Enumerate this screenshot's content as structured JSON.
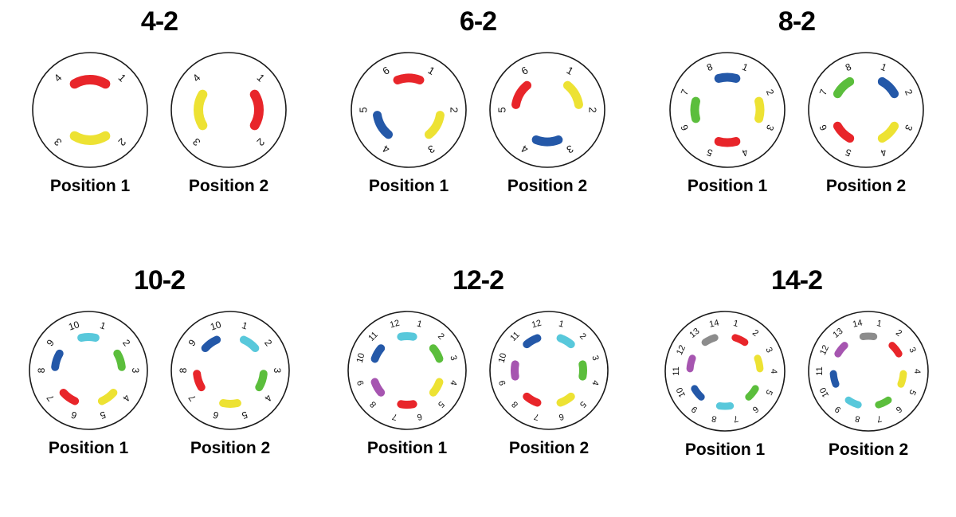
{
  "figure": {
    "background": "#ffffff",
    "position_labels": [
      "Position 1",
      "Position 2"
    ]
  },
  "palette": {
    "red": "#E8252A",
    "yellow": "#EDE233",
    "green": "#5BBE3C",
    "blue": "#2458A8",
    "cyan": "#58C8DB",
    "purple": "#A champ",
    "purple_real": "#A655B0",
    "gray": "#8C8C8C",
    "outline": "#1a1a1a",
    "text": "#111111"
  },
  "panels": [
    {
      "id": "panel-4-2",
      "title": "4-2",
      "n": 4,
      "circle_radius": 72,
      "number_radius": 57,
      "arc_radius": 38,
      "dials": [
        {
          "label": "Position 1",
          "arcs": [
            {
              "color": "#EDE233",
              "name": "yellow-arc",
              "start": 2,
              "end": 3
            },
            {
              "color": "#E8252A",
              "name": "red-arc",
              "start": 4,
              "end": 1
            }
          ]
        },
        {
          "label": "Position 2",
          "arcs": [
            {
              "color": "#EDE233",
              "name": "yellow-arc",
              "start": 3,
              "end": 4
            },
            {
              "color": "#E8252A",
              "name": "red-arc",
              "start": 1,
              "end": 2
            }
          ]
        }
      ]
    },
    {
      "id": "panel-6-2",
      "title": "6-2",
      "n": 6,
      "circle_radius": 72,
      "number_radius": 57,
      "arc_radius": 40,
      "dials": [
        {
          "label": "Position 1",
          "arcs": [
            {
              "color": "#EDE233",
              "name": "yellow-arc",
              "start": 2,
              "end": 3
            },
            {
              "color": "#2458A8",
              "name": "blue-arc",
              "start": 4,
              "end": 5
            },
            {
              "color": "#E8252A",
              "name": "red-arc",
              "start": 6,
              "end": 1
            }
          ]
        },
        {
          "label": "Position 2",
          "arcs": [
            {
              "color": "#2458A8",
              "name": "blue-arc",
              "start": 3,
              "end": 4
            },
            {
              "color": "#E8252A",
              "name": "red-arc",
              "start": 5,
              "end": 6
            },
            {
              "color": "#EDE233",
              "name": "yellow-arc",
              "start": 1,
              "end": 2
            }
          ]
        }
      ]
    },
    {
      "id": "panel-8-2",
      "title": "8-2",
      "n": 8,
      "circle_radius": 72,
      "number_radius": 58,
      "arc_radius": 41,
      "dials": [
        {
          "label": "Position 1",
          "arcs": [
            {
              "color": "#EDE233",
              "name": "yellow-arc",
              "start": 2,
              "end": 3
            },
            {
              "color": "#E8252A",
              "name": "red-arc",
              "start": 4,
              "end": 5
            },
            {
              "color": "#5BBE3C",
              "name": "green-arc",
              "start": 6,
              "end": 7
            },
            {
              "color": "#2458A8",
              "name": "blue-arc",
              "start": 8,
              "end": 1
            }
          ]
        },
        {
          "label": "Position 2",
          "arcs": [
            {
              "color": "#EDE233",
              "name": "yellow-arc",
              "start": 3,
              "end": 4
            },
            {
              "color": "#E8252A",
              "name": "red-arc",
              "start": 5,
              "end": 6
            },
            {
              "color": "#5BBE3C",
              "name": "green-arc",
              "start": 7,
              "end": 8
            },
            {
              "color": "#2458A8",
              "name": "blue-arc",
              "start": 1,
              "end": 2
            }
          ]
        }
      ]
    },
    {
      "id": "panel-10-2",
      "title": "10-2",
      "n": 10,
      "circle_radius": 74,
      "number_radius": 59,
      "arc_radius": 42,
      "dials": [
        {
          "label": "Position 1",
          "arcs": [
            {
              "color": "#5BBE3C",
              "name": "green-arc",
              "start": 2,
              "end": 3
            },
            {
              "color": "#EDE233",
              "name": "yellow-arc",
              "start": 4,
              "end": 5
            },
            {
              "color": "#E8252A",
              "name": "red-arc",
              "start": 6,
              "end": 7
            },
            {
              "color": "#2458A8",
              "name": "blue-arc",
              "start": 8,
              "end": 9
            },
            {
              "color": "#58C8DB",
              "name": "cyan-arc",
              "start": 10,
              "end": 1
            }
          ]
        },
        {
          "label": "Position 2",
          "arcs": [
            {
              "color": "#58C8DB",
              "name": "cyan-arc",
              "start": 1,
              "end": 2
            },
            {
              "color": "#5BBE3C",
              "name": "green-arc",
              "start": 3,
              "end": 4
            },
            {
              "color": "#EDE233",
              "name": "yellow-arc",
              "start": 5,
              "end": 6
            },
            {
              "color": "#E8252A",
              "name": "red-arc",
              "start": 7,
              "end": 8
            },
            {
              "color": "#2458A8",
              "name": "blue-arc",
              "start": 9,
              "end": 10
            }
          ]
        }
      ]
    },
    {
      "id": "panel-12-2",
      "title": "12-2",
      "n": 12,
      "circle_radius": 74,
      "number_radius": 60,
      "arc_radius": 43,
      "dials": [
        {
          "label": "Position 1",
          "arcs": [
            {
              "color": "#5BBE3C",
              "name": "green-arc",
              "start": 2,
              "end": 3
            },
            {
              "color": "#EDE233",
              "name": "yellow-arc",
              "start": 4,
              "end": 5
            },
            {
              "color": "#E8252A",
              "name": "red-arc",
              "start": 6,
              "end": 7
            },
            {
              "color": "#A655B0",
              "name": "purple-arc",
              "start": 8,
              "end": 9
            },
            {
              "color": "#2458A8",
              "name": "blue-arc",
              "start": 10,
              "end": 11
            },
            {
              "color": "#58C8DB",
              "name": "cyan-arc",
              "start": 12,
              "end": 1
            }
          ]
        },
        {
          "label": "Position 2",
          "arcs": [
            {
              "color": "#58C8DB",
              "name": "cyan-arc",
              "start": 1,
              "end": 2
            },
            {
              "color": "#5BBE3C",
              "name": "green-arc",
              "start": 3,
              "end": 4
            },
            {
              "color": "#EDE233",
              "name": "yellow-arc",
              "start": 5,
              "end": 6
            },
            {
              "color": "#E8252A",
              "name": "red-arc",
              "start": 7,
              "end": 8
            },
            {
              "color": "#A655B0",
              "name": "purple-arc",
              "start": 9,
              "end": 10
            },
            {
              "color": "#2458A8",
              "name": "blue-arc",
              "start": 11,
              "end": 12
            }
          ]
        }
      ]
    },
    {
      "id": "panel-14-2",
      "title": "14-2",
      "n": 14,
      "circle_radius": 75,
      "number_radius": 61,
      "arc_radius": 44,
      "dials": [
        {
          "label": "Position 1",
          "arcs": [
            {
              "color": "#E8252A",
              "name": "red-arc",
              "start": 1,
              "end": 2
            },
            {
              "color": "#EDE233",
              "name": "yellow-arc",
              "start": 3,
              "end": 4
            },
            {
              "color": "#5BBE3C",
              "name": "green-arc",
              "start": 5,
              "end": 6
            },
            {
              "color": "#58C8DB",
              "name": "cyan-arc",
              "start": 7,
              "end": 8
            },
            {
              "color": "#2458A8",
              "name": "blue-arc",
              "start": 9,
              "end": 10
            },
            {
              "color": "#A655B0",
              "name": "purple-arc",
              "start": 11,
              "end": 12
            },
            {
              "color": "#8C8C8C",
              "name": "gray-arc",
              "start": 13,
              "end": 14
            }
          ]
        },
        {
          "label": "Position 2",
          "arcs": [
            {
              "color": "#E8252A",
              "name": "red-arc",
              "start": 2,
              "end": 3
            },
            {
              "color": "#EDE233",
              "name": "yellow-arc",
              "start": 4,
              "end": 5
            },
            {
              "color": "#5BBE3C",
              "name": "green-arc",
              "start": 6,
              "end": 7
            },
            {
              "color": "#58C8DB",
              "name": "cyan-arc",
              "start": 8,
              "end": 9
            },
            {
              "color": "#2458A8",
              "name": "blue-arc",
              "start": 10,
              "end": 11
            },
            {
              "color": "#A655B0",
              "name": "purple-arc",
              "start": 12,
              "end": 13
            },
            {
              "color": "#8C8C8C",
              "name": "gray-arc",
              "start": 14,
              "end": 1
            }
          ]
        }
      ]
    }
  ]
}
